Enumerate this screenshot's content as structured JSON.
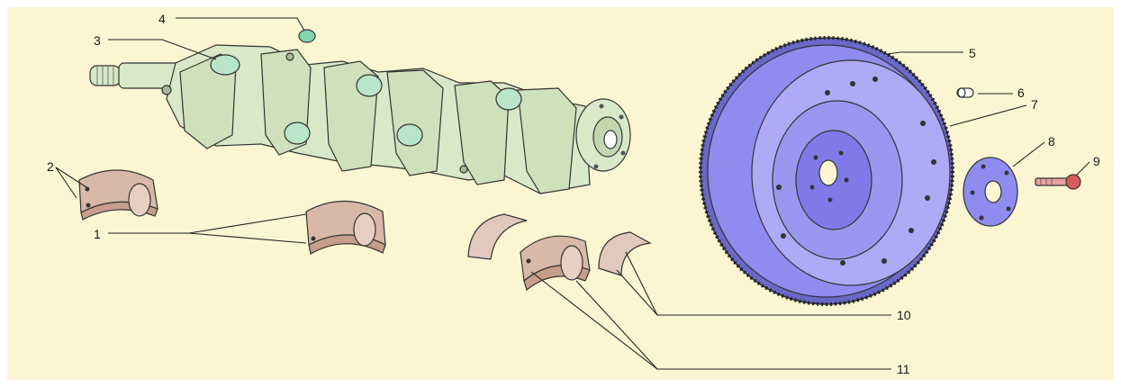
{
  "callouts": {
    "c1": "1",
    "c2": "2",
    "c3": "3",
    "c4": "4",
    "c5": "5",
    "c6": "6",
    "c7": "7",
    "c8": "8",
    "c9": "9",
    "c10": "10",
    "c11": "11"
  },
  "colors": {
    "background": "#fbf5d2",
    "crankshaft": "#d9e8c8",
    "crank_journal": "#b9e6c8",
    "bearing_shell": "#d8b8a8",
    "bearing_face": "#c79e8c",
    "flywheel": "#8f8cf0",
    "flywheel_face": "#aeaaf6",
    "bolt": "#d85a5a",
    "plug": "#7fd6b0"
  }
}
